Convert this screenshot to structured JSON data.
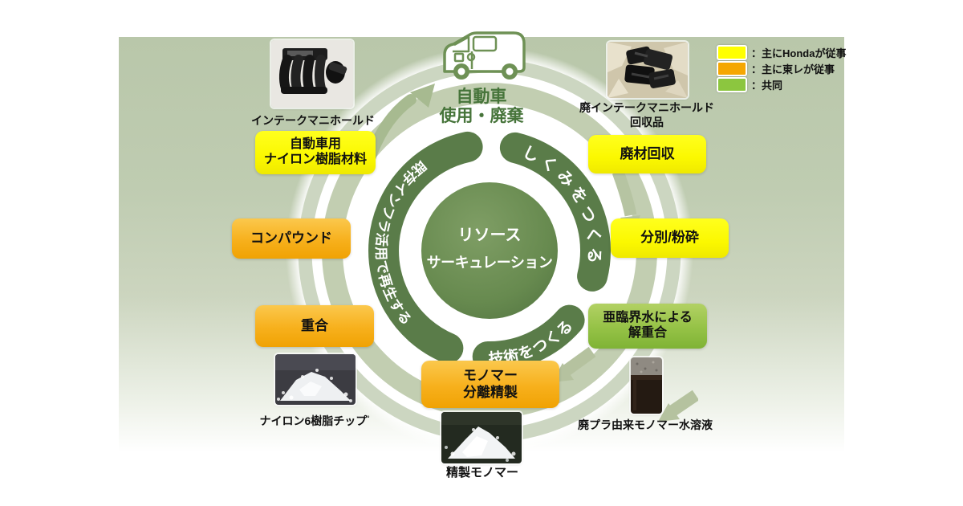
{
  "legend": {
    "items": [
      {
        "color": "#ffff00",
        "label": "：主にHondaが従事"
      },
      {
        "color": "#f5a702",
        "label": "：主に東レが従事"
      },
      {
        "color": "#8cc63f",
        "label": "：共同"
      }
    ]
  },
  "top": {
    "line1": "自動車",
    "line2": "使用・廃棄"
  },
  "center": {
    "line1": "リソース",
    "line2": "サーキュレーション"
  },
  "ring": {
    "create_system": "しくみをつくる",
    "create_technology": "技術をつくる",
    "regenerate": "既存インフラ活用で再生する"
  },
  "boxes": {
    "nylon_material": {
      "line1": "自動車用",
      "line2": "ナイロン樹脂材料",
      "type": "yellow"
    },
    "compound": {
      "label": "コンパウンド",
      "type": "orange"
    },
    "polymerization": {
      "label": "重合",
      "type": "orange"
    },
    "waste_collection": {
      "label": "廃材回収",
      "type": "yellow"
    },
    "sorting": {
      "label": "分別/粉砕",
      "type": "yellow"
    },
    "depolymerization": {
      "line1": "亜臨界水による",
      "line2": "解重合",
      "type": "green"
    },
    "monomer_separation": {
      "line1": "モノマー",
      "line2": "分離精製",
      "type": "orange"
    }
  },
  "photos": {
    "intake": {
      "caption": "インテークマニホールド"
    },
    "waste": {
      "caption_line1": "廃インテークマニホールド",
      "caption_line2": "回収品"
    },
    "chips": {
      "caption": "ナイロン6樹脂チップ",
      "caption_sup": "°"
    },
    "solution": {
      "caption": "廃プラ由来モノマー水溶液"
    },
    "monomer": {
      "caption": "精製モノマー"
    }
  },
  "colors": {
    "honda_yellow": "#ffff00",
    "toray_orange": "#f5a702",
    "joint_green": "#8cc63f",
    "dark_ring_green": "#5a7c49",
    "pale_ring_green": "#c2ceb1",
    "background_sage": "#b9c7aa",
    "top_label_green": "#46743a"
  }
}
